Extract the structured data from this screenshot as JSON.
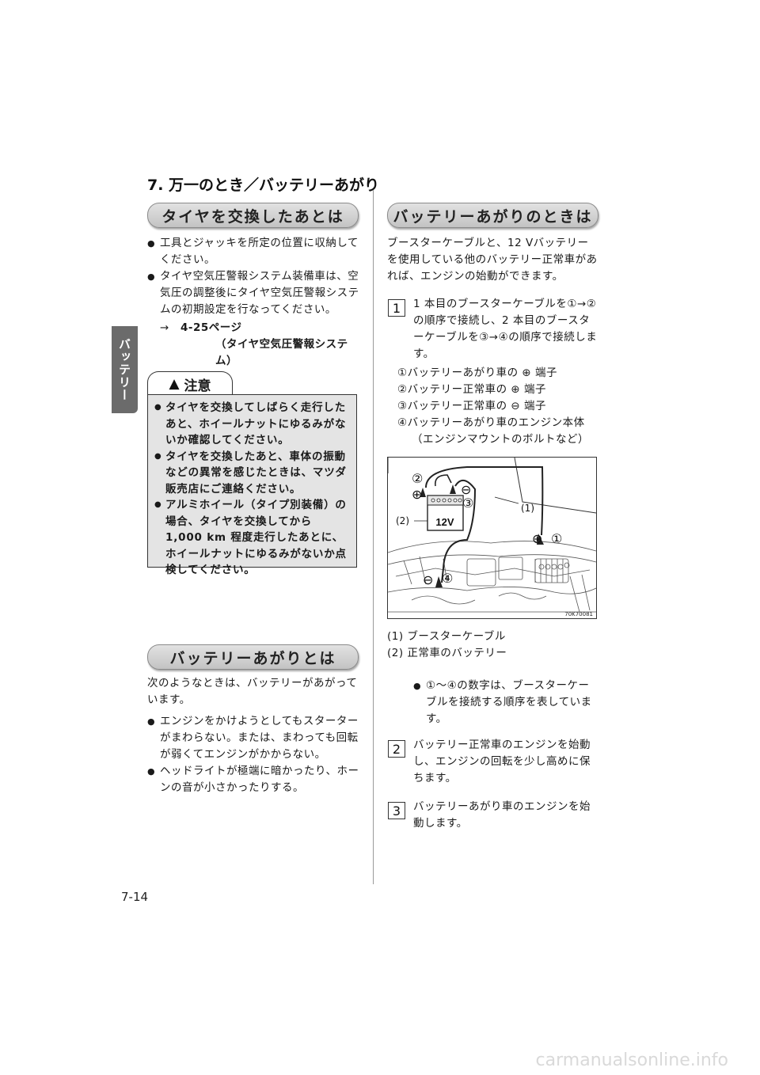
{
  "side_tab": "バッテリー",
  "chapter_title": "7. 万一のとき／バッテリーあがり",
  "left": {
    "tire_heading": "タイヤを交換したあとは",
    "tire_bullets": [
      "工具とジャッキを所定の位置に収納してください。",
      "タイヤ空気圧警報システム装備車は、空気圧の調整後にタイヤ空気圧警報システムの初期設定を行なってください。"
    ],
    "ref_arrow": "→",
    "ref_page": "4-25ページ",
    "ref_system": "（タイヤ空気圧警報システム）",
    "caution_label": "注意",
    "caution_bullets": [
      "タイヤを交換してしばらく走行したあと、ホイールナットにゆるみがないか確認してください。",
      "タイヤを交換したあと、車体の振動などの異常を感じたときは、マツダ販売店にご連絡ください。",
      "アルミホイール（タイプ別装備）の場合、タイヤを交換してから 1,000 km 程度走行したあとに、ホイールナットにゆるみがないか点検してください。"
    ],
    "battery_heading": "バッテリーあがりとは",
    "battery_intro": "次のようなときは、バッテリーがあがっています。",
    "battery_bullets": [
      "エンジンをかけようとしてもスターターがまわらない。または、まわっても回転が弱くてエンジンがかからない。",
      "ヘッドライトが極端に暗かったり、ホーンの音が小さかったりする。"
    ]
  },
  "right": {
    "heading": "バッテリーあがりのときは",
    "intro": "ブースターケーブルと、12 Vバッテリーを使用している他のバッテリー正常車があれば、エンジンの始動ができます。",
    "step1_num": "1",
    "step1_text": "1 本目のブースターケーブルを①→②の順序で接続し、2 本目のブースターケーブルを③→④の順序で接続します。",
    "terminals": [
      "①バッテリーあがり車の ⊕ 端子",
      "②バッテリー正常車の ⊕ 端子",
      "③バッテリー正常車の ⊖ 端子",
      "④バッテリーあがり車のエンジン本体"
    ],
    "terminal_note": "（エンジンマウントのボルトなど）",
    "figure": {
      "battery_label": "12V",
      "label_cable": "(1)",
      "label_battery": "(2)",
      "num1": "①",
      "num2": "②",
      "num3": "③",
      "num4": "④",
      "plus": "⊕",
      "minus": "⊖",
      "code": "70K70081"
    },
    "legend": [
      "(1) ブースターケーブル",
      "(2) 正常車のバッテリー"
    ],
    "note": "①～④の数字は、ブースターケーブルを接続する順序を表しています。",
    "step2_num": "2",
    "step2_text": "バッテリー正常車のエンジンを始動し、エンジンの回転を少し高めに保ちます。",
    "step3_num": "3",
    "step3_text": "バッテリーあがり車のエンジンを始動します。"
  },
  "page_number": "7-14",
  "watermark": "carmanualsonline.info"
}
